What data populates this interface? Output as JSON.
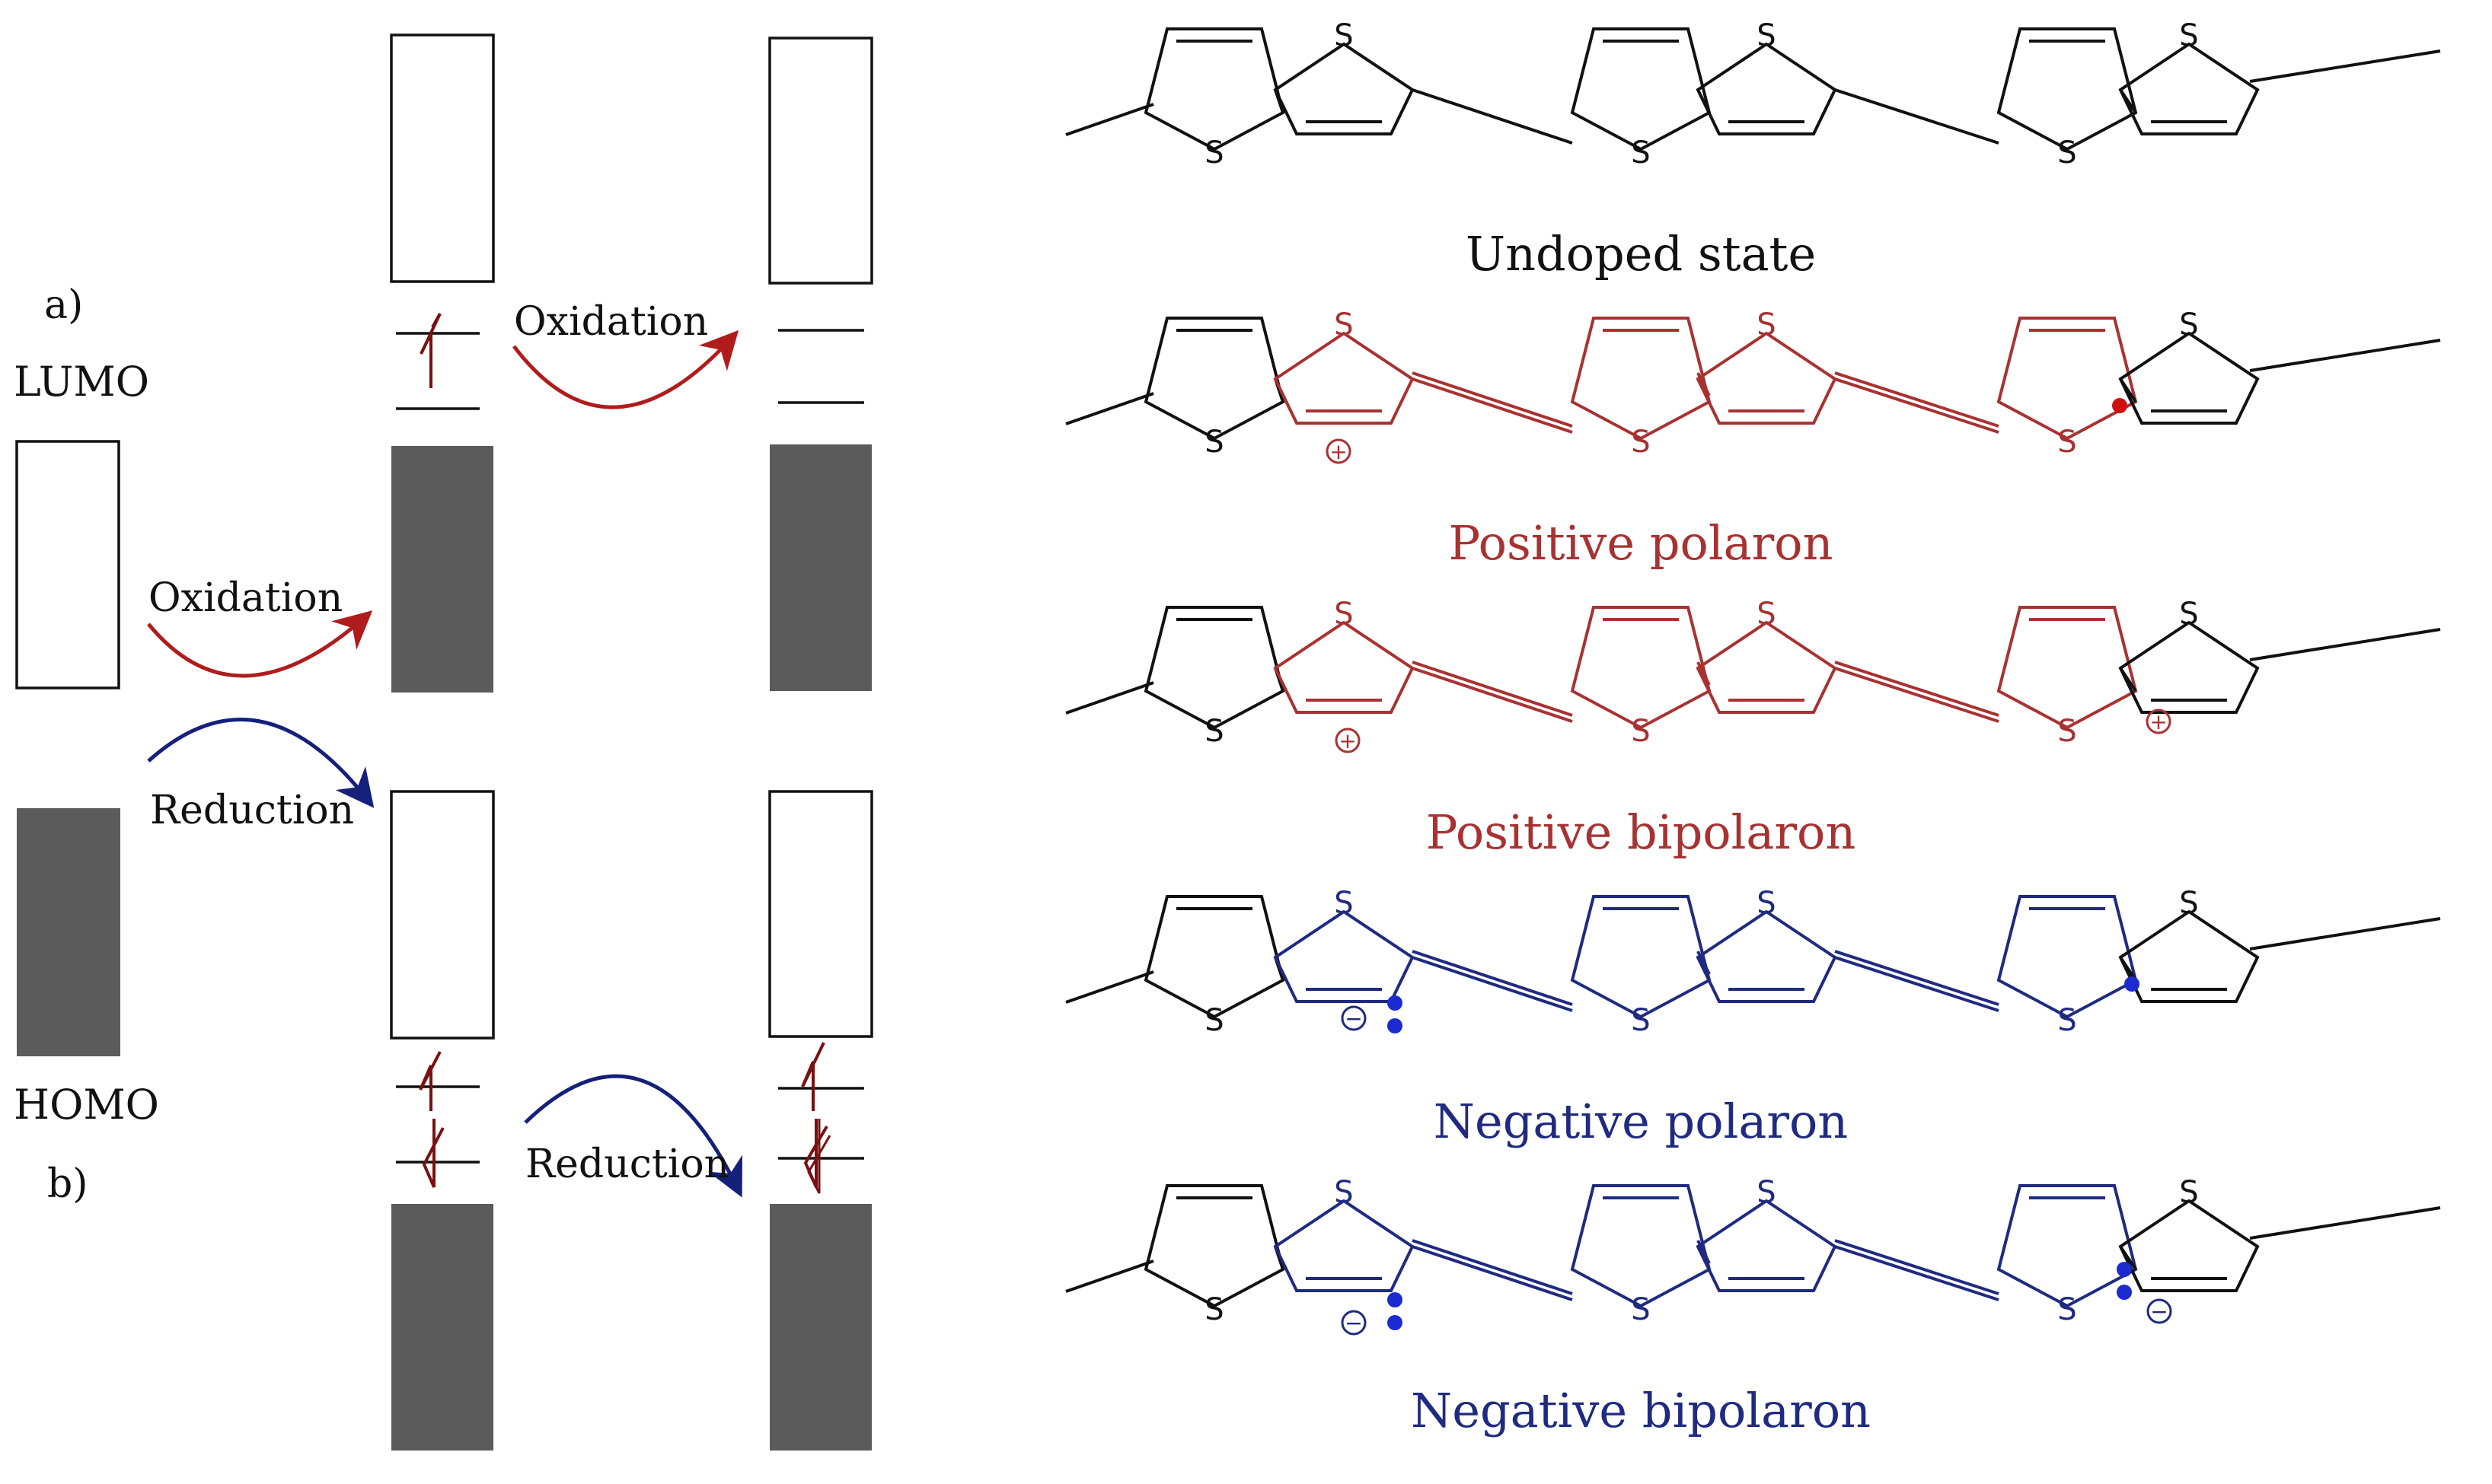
{
  "colors": {
    "ink": "#111111",
    "band_fill": "#5b5b5b",
    "oxidation": "#b01c1c",
    "reduction": "#14207a",
    "polaron_red": "#a83232",
    "polaron_blue": "#1f2a80",
    "electron_arrow": "#7a1010",
    "blue_dot": "#1b2bd0",
    "red_dot": "#d01010"
  },
  "left_panel": {
    "label_a": "a)",
    "label_b": "b)",
    "lumo": "LUMO",
    "homo": "HOMO",
    "oxidation_main": "Oxidation",
    "reduction_main": "Reduction",
    "oxidation_a": "Oxidation",
    "reduction_b": "Reduction"
  },
  "right_panel": {
    "atom_label": "S",
    "plus_sign": "+",
    "minus_sign": "−",
    "rows": [
      {
        "caption": "Undoped state",
        "color_key": "ink"
      },
      {
        "caption": "Positive polaron",
        "color_key": "polaron_red"
      },
      {
        "caption": "Positive bipolaron",
        "color_key": "polaron_red"
      },
      {
        "caption": "Negative polaron",
        "color_key": "polaron_blue"
      },
      {
        "caption": "Negative bipolaron",
        "color_key": "polaron_blue"
      }
    ]
  }
}
